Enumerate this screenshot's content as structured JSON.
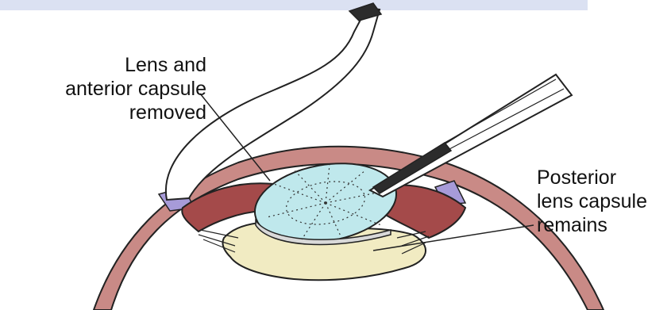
{
  "labels": {
    "lens_removed": [
      "Lens and",
      "anterior capsule",
      "removed"
    ],
    "posterior_capsule": [
      "Posterior",
      "lens capsule",
      "remains"
    ]
  },
  "colors": {
    "header_band": "#dbe1f2",
    "sclera": "#c98a86",
    "iris": "#a44a4a",
    "lens_disc": "#bfe8ec",
    "capsule": "#f1ebc2",
    "angle": "#a79bd9",
    "instrument": "#ffffff",
    "forceps_tip": "#2c2c2c"
  },
  "icons": [
    "lens-hook-instrument",
    "forceps-instrument"
  ]
}
